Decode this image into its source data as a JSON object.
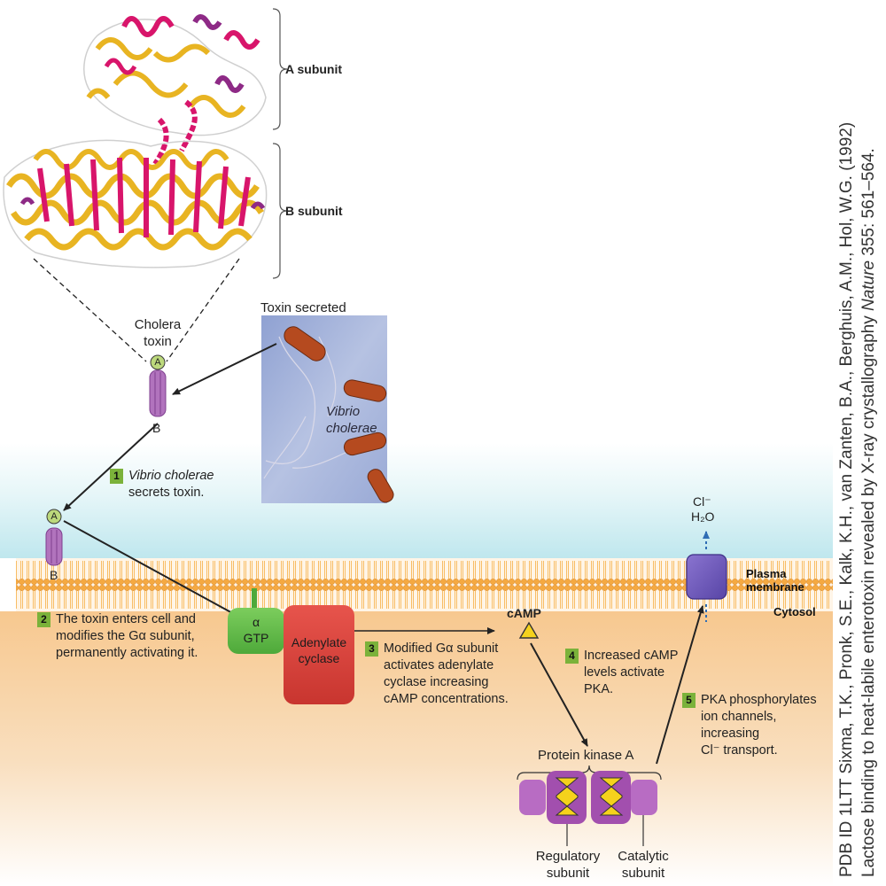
{
  "structure": {
    "a_subunit_label": "A subunit",
    "b_subunit_label": "B subunit"
  },
  "toxin": {
    "title_line1": "Cholera",
    "title_line2": "toxin",
    "a_letter": "A",
    "b_letter": "B"
  },
  "micrograph": {
    "caption": "Toxin secreted",
    "organism_line1": "Vibrio",
    "organism_line2": "cholerae"
  },
  "steps": [
    {
      "num": "1",
      "text_italic": "Vibrio cholerae",
      "text_rest": "secrets toxin."
    },
    {
      "num": "2",
      "lines": [
        "The toxin enters cell and",
        "modifies the Gα subunit,",
        "permanently activating it."
      ]
    },
    {
      "num": "3",
      "lines": [
        "Modified Gα subunit",
        "activates adenylate",
        "cyclase increasing",
        "cAMP concentrations."
      ]
    },
    {
      "num": "4",
      "lines": [
        "Increased cAMP",
        "levels activate",
        "PKA."
      ]
    },
    {
      "num": "5",
      "lines": [
        "PKA phosphorylates",
        "ion channels,",
        "increasing",
        "Cl⁻ transport."
      ]
    }
  ],
  "membrane": {
    "label_line1": "Plasma",
    "label_line2": "membrane",
    "cytosol": "Cytosol"
  },
  "g_protein": {
    "alpha": "α",
    "gtp": "GTP"
  },
  "adenylate_cyclase": {
    "line1": "Adenylate",
    "line2": "cyclase"
  },
  "camp_label": "cAMP",
  "channel": {
    "cl": "Cl⁻",
    "h2o": "H₂O"
  },
  "pka": {
    "title": "Protein kinase A",
    "regulatory_line1": "Regulatory",
    "regulatory_line2": "subunit",
    "catalytic_line1": "Catalytic",
    "catalytic_line2": "subunit"
  },
  "credit": {
    "line1": "PDB ID 1LTT Sixma, T.K., Pronk, S.E., Kalk, K.H., van Zanten, B.A., Berghuis, A.M., Hol, W.G. (1992)",
    "line2_plain": "Lactose binding to heat-labile enterotoxin revealed by X-ray crystallography ",
    "line2_journal": "Nature",
    "line2_rest": " 355: 561–564."
  },
  "colors": {
    "ribbon_magenta": "#d8156b",
    "ribbon_gold": "#e8b422",
    "toxin_purple": "#a35fb0",
    "toxin_a_green": "#b9d97a",
    "gprotein_green": "#5dbb46",
    "cyclase_red": "#d9453f",
    "camp_yellow": "#f5d21c",
    "channel_purple": "#6e58b8",
    "pka_purple": "#a24fae",
    "membrane_orange": "#f2a02e",
    "step_green": "#7bb23a",
    "extracellular_blue": "#cfeef3",
    "cytosol_peach": "#f6d3a8"
  }
}
